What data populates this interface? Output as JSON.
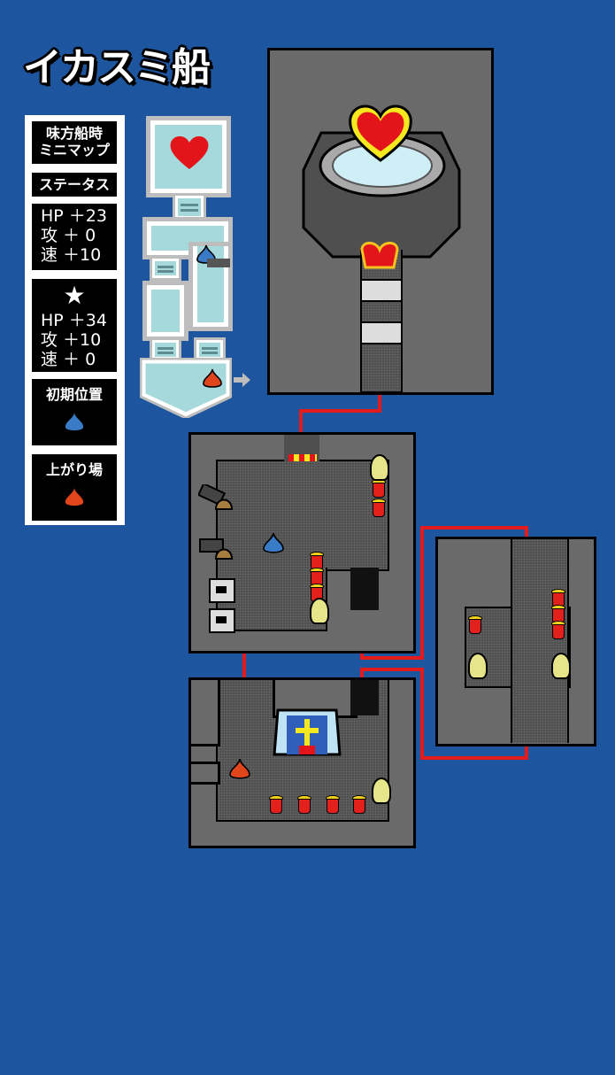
{
  "title": "イカスミ船",
  "legend": {
    "minimap_label_1": "味方船時",
    "minimap_label_2": "ミニマップ",
    "status_label": "ステータス",
    "stats_normal": {
      "hp": "HP ＋23",
      "atk": "攻 ＋ 0",
      "spd": "速 ＋10"
    },
    "star_icon": "★",
    "stats_star": {
      "hp": "HP ＋34",
      "atk": "攻 ＋10",
      "spd": "速 ＋ 0"
    },
    "start_label": "初期位置",
    "exit_label": "上がり場"
  },
  "colors": {
    "sea": "#1e559f",
    "start_drop": "#3a7bc8",
    "exit_drop": "#e0451c",
    "route": "#e41b1b",
    "heart": "#e3151b"
  }
}
